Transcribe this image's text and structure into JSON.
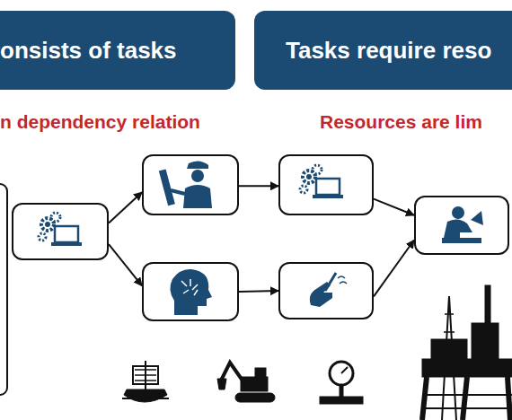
{
  "diagram": {
    "nodes": [
      {
        "text": [
          "onsists of tasks"
        ]
      },
      {
        "text": [
          "Tasks require reso"
        ]
      },
      {
        "text": []
      },
      {
        "text": []
      },
      {
        "text": []
      },
      {
        "text": []
      },
      {
        "text": []
      },
      {
        "text": []
      }
    ],
    "edges": [
      {
        "from": 2,
        "to": 3,
        "arrow": "to"
      },
      {
        "from": 2,
        "to": 4,
        "arrow": "to"
      },
      {
        "from": 3,
        "to": 5,
        "arrow": "to"
      },
      {
        "from": 4,
        "to": 6,
        "arrow": "to"
      },
      {
        "from": 5,
        "to": 7,
        "arrow": "to"
      },
      {
        "from": 6,
        "to": 7,
        "arrow": "to"
      }
    ],
    "labels": [
      "n dependency relation",
      "Resources are lim"
    ]
  }
}
